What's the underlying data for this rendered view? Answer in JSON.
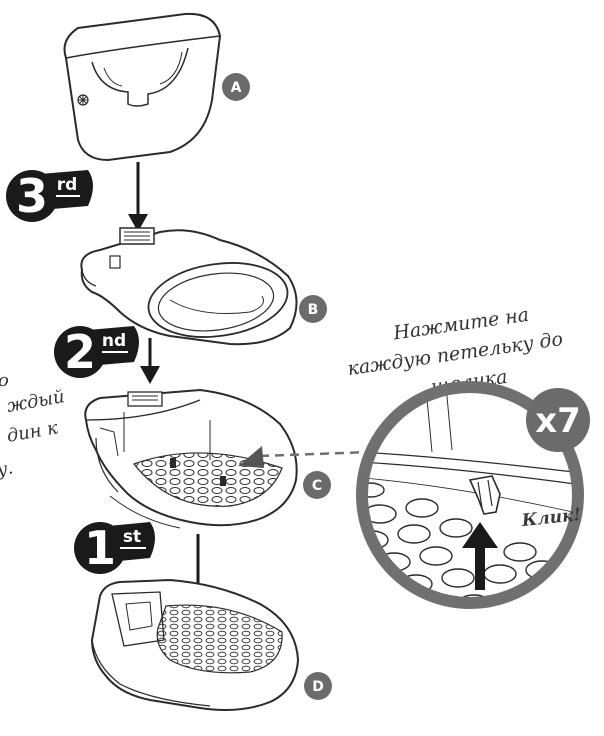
{
  "steps": {
    "third": {
      "number": "3",
      "suffix": "rd"
    },
    "second": {
      "number": "2",
      "suffix": "nd"
    },
    "first": {
      "number": "1",
      "suffix": "st"
    }
  },
  "parts": {
    "a": "A",
    "b": "B",
    "c": "C",
    "d": "D"
  },
  "callout": {
    "lines": [
      "Нажмите на",
      "каждую петельку до",
      "щелчка"
    ],
    "multiplier": "x7",
    "click_label": "Клик!"
  },
  "left_note": {
    "lines": [
      "о",
      "ждый",
      "дин к",
      "у."
    ]
  },
  "colors": {
    "badge": "#6b6b6b",
    "step_badge": "#1a1a1a",
    "lens_ring": "#707070",
    "outline": "#2b2b2b"
  },
  "icons": {
    "arrow": "down-arrow-icon",
    "leaf": "leaf-icon",
    "latch": "latch-icon"
  }
}
